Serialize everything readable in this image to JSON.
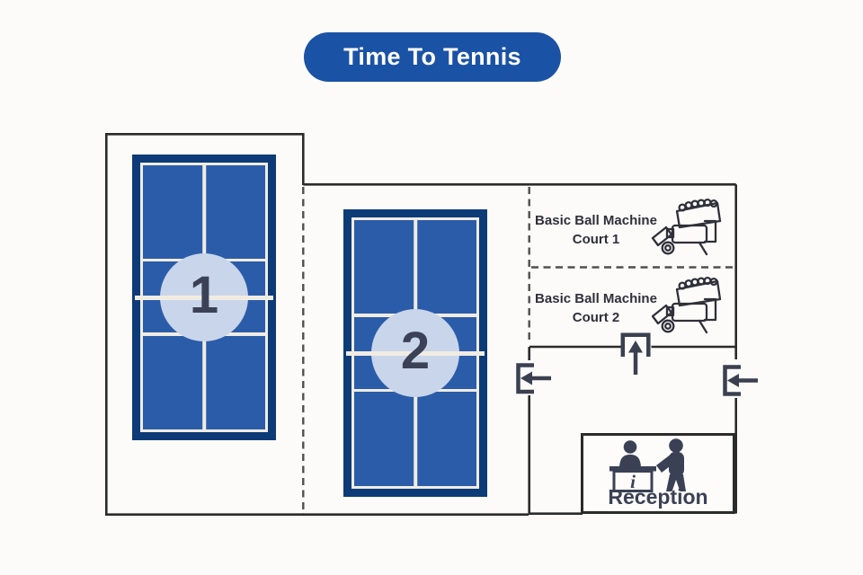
{
  "title": "Time To Tennis",
  "courts": [
    {
      "number": "1"
    },
    {
      "number": "2"
    }
  ],
  "ball_machine_stations": [
    {
      "line1": "Basic Ball Machine",
      "line2": "Court 1"
    },
    {
      "line1": "Basic Ball Machine",
      "line2": "Court 2"
    }
  ],
  "reception": {
    "label": "Reception",
    "info_symbol": "i"
  },
  "icons": {
    "ball_machine": "ball-machine-icon",
    "reception_desk": "reception-desk-icon",
    "entrance_up": "entrance-arrow-up-icon",
    "entrance_left": "entrance-arrow-left-icon",
    "entrance_right": "entrance-arrow-right-icon"
  },
  "colors": {
    "brand_blue": "#1a52a5",
    "court_navy": "#0d3b78",
    "court_blue": "#2b5ca9",
    "court_line_cream": "#f1ece2",
    "circle_fill": "#c9d5ea",
    "number_color": "#3b4257",
    "wall_color": "#2b2b2b",
    "dashed_wall_color": "#4f4f4f",
    "icon_color": "#3a4050",
    "text_dark": "#30303a",
    "background": "#fcfbf9"
  }
}
